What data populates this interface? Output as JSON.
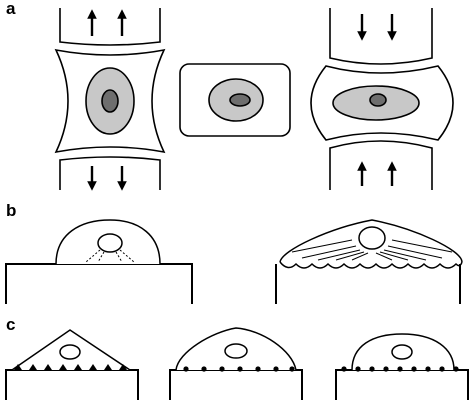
{
  "panels": [
    {
      "label": "a"
    },
    {
      "label": "b"
    },
    {
      "label": "c"
    }
  ],
  "colors": {
    "stroke": "#000000",
    "background": "#ffffff",
    "cytoplasm": "#c8c8c8",
    "nucleolus": "#6e6e6e"
  }
}
